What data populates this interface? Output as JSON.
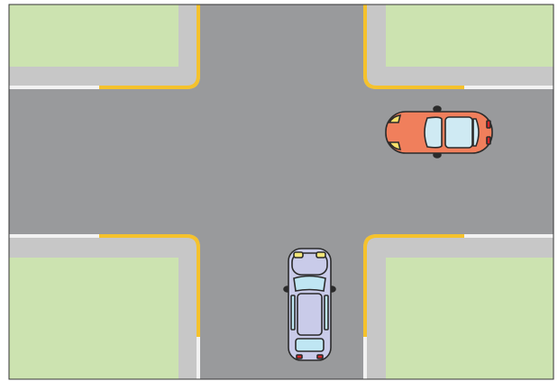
{
  "scene": {
    "type": "intersection-diagram",
    "colors": {
      "border": "#333333",
      "grass": "#cce3b0",
      "sidewalk": "#c7c7c7",
      "road": "#999a9c",
      "curb_yellow": "#f5c22c",
      "curb_white": "#f2f2f2",
      "car_red_body": "#f07f5c",
      "car_red_glass": "#cfeaf3",
      "car_red_headlight": "#f7e06a",
      "car_red_taillight": "#d7262a",
      "car_blue_body": "#c9cbe9",
      "car_blue_glass": "#bfe6f3",
      "car_blue_headlight": "#f2e579",
      "car_blue_taillight": "#d7262a",
      "car_outline": "#2b2b2b"
    },
    "vehicles": [
      {
        "id": "red-car",
        "icon": "red-car-icon",
        "direction": "heading-west"
      },
      {
        "id": "blue-car",
        "icon": "blue-minivan-icon",
        "direction": "heading-north"
      }
    ]
  }
}
